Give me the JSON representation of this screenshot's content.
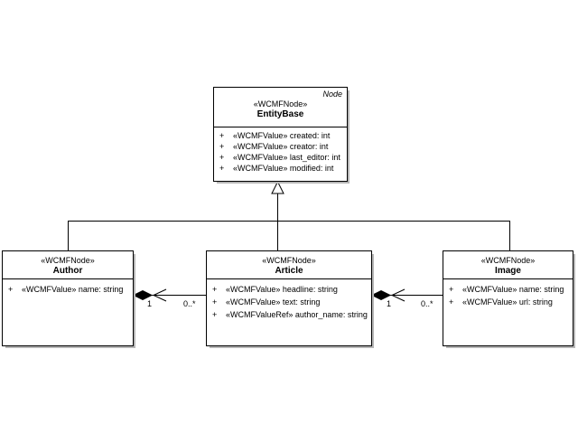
{
  "diagram": {
    "background_color": "#ffffff",
    "line_color": "#000000",
    "shadow_color": "#b6b6b6",
    "type": "uml-class-diagram"
  },
  "classes": [
    {
      "id": "entitybase",
      "tag": "Node",
      "stereotype": "«WCMFNode»",
      "name": "EntityBase",
      "attributes": [
        {
          "visibility": "+",
          "text": "«WCMFValue» created:  int"
        },
        {
          "visibility": "+",
          "text": "«WCMFValue» creator:  int"
        },
        {
          "visibility": "+",
          "text": "«WCMFValue» last_editor:  int"
        },
        {
          "visibility": "+",
          "text": "«WCMFValue» modified:  int"
        }
      ]
    },
    {
      "id": "author",
      "stereotype": "«WCMFNode»",
      "name": "Author",
      "attributes": [
        {
          "visibility": "+",
          "text": "«WCMFValue» name:  string"
        }
      ]
    },
    {
      "id": "article",
      "stereotype": "«WCMFNode»",
      "name": "Article",
      "attributes": [
        {
          "visibility": "+",
          "text": "«WCMFValue» headline:  string"
        },
        {
          "visibility": "+",
          "text": "«WCMFValue» text:  string"
        },
        {
          "visibility": "+",
          "text": "«WCMFValueRef» author_name:  string"
        }
      ]
    },
    {
      "id": "image",
      "stereotype": "«WCMFNode»",
      "name": "Image",
      "attributes": [
        {
          "visibility": "+",
          "text": "«WCMFValue» name:  string"
        },
        {
          "visibility": "+",
          "text": "«WCMFValue» url:  string"
        }
      ]
    }
  ],
  "relationships": {
    "generalization": {
      "type": "generalization",
      "parent": "EntityBase",
      "children": [
        "Author",
        "Article",
        "Image"
      ]
    },
    "author_article": {
      "type": "composition",
      "whole": "Author",
      "part": "Article",
      "whole_mult": "1",
      "part_mult": "0..*"
    },
    "article_image": {
      "type": "composition",
      "whole": "Article",
      "part": "Image",
      "whole_mult": "1",
      "part_mult": "0..*"
    }
  }
}
